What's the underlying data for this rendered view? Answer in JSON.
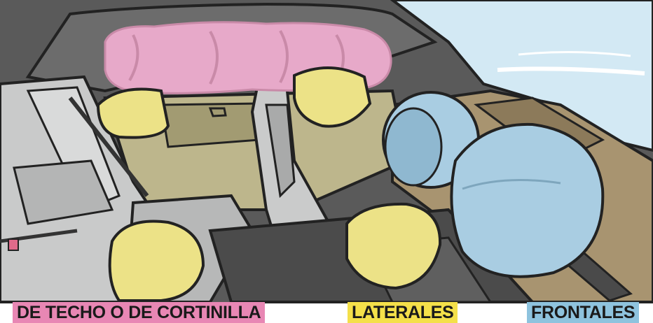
{
  "labels": {
    "curtain": "DE TECHO O DE CORTINILLA",
    "side": "LATERALES",
    "front": "FRONTALES"
  },
  "colors": {
    "curtain_airbag": "#e7a9c9",
    "side_airbag": "#ece287",
    "front_airbag": "#a9cde2",
    "curtain_label_bg": "#e887b4",
    "side_label_bg": "#f4e04a",
    "front_label_bg": "#8ec3de",
    "interior_dark": "#5d5d5d",
    "seat_grey": "#c8c9c9",
    "dashboard_tan": "#a89470",
    "sky": "#cfe6f2"
  }
}
